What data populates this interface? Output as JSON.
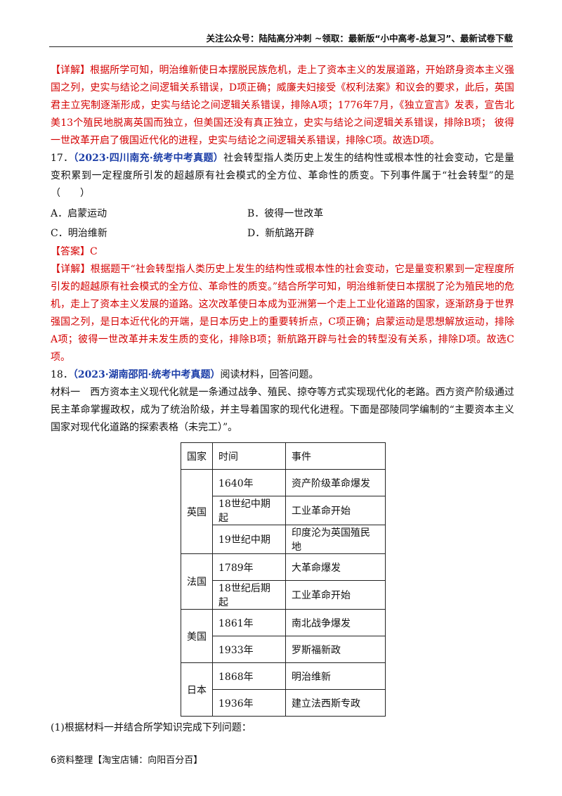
{
  "header": {
    "text": "关注公众号：陆陆高分冲刺  ~领取：最新版“小中高考-总复习”、最新试卷下载"
  },
  "detail16": {
    "text": "【详解】根据所学可知，明治维新使日本摆脱民族危机，走上了资本主义的发展道路，开始跻身资本主义强国之列，史实与结论之间逻辑关系错误，D项正确；威廉夫妇接受《权利法案》和议会的要求，此后，英国君主立宪制逐渐形成，史实与结论之间逻辑关系错误，排除A项；1776年7月，《独立宣言》发表，宣告北美13个殖民地脱离英国而独立，但美国还没有真正独立，史实与结论之间逻辑关系错误，排除B项； 彼得一世改革开启了俄国近代化的进程，史实与结论之间逻辑关系错误，排除C项。故选D项。"
  },
  "q17": {
    "number": "17．",
    "source": "（2023·四川南充·统考中考真题）",
    "stem": "社会转型指人类历史上发生的结构性或根本性的社会变动，它是量变积累到一定程度所引发的超越原有社会模式的全方位、革命性的质变。下列事件属于“社会转型”的是（　　）",
    "options": [
      "A．启蒙运动",
      "B．彼得一世改革",
      "C．明治维新",
      "D．新航路开辟"
    ],
    "answer": "【答案】C",
    "detail": "【详解】根据题干“社会转型指人类历史上发生的结构性或根本性的社会变动，它是量变积累到一定程度所引发的超越原有社会模式的全方位、革命性的质变。”结合所学可知，明治维新使日本摆脱了沦为殖民地的危机，走上了资本主义发展的道路。这次改革使日本成为亚洲第一个走上工业化道路的国家，逐渐跻身于世界强国之列，是日本近代化的开端，是日本历史上的重要转折点，C项正确；启蒙运动是思想解放运动，排除A项；彼得一世改革并未发生质的变化，排除B项；新航路开辟与社会的转型没有关系，排除D项。故选C项。"
  },
  "q18": {
    "number": "18．",
    "source": "（2023·湖南邵阳·统考中考真题）",
    "stem": "阅读材料，回答问题。",
    "material": "材料一　西方资本主义现代化就是一条通过战争、殖民、掠夺等方式实现现代化的老路。西方资产阶级通过民主革命掌握政权，成为了统治阶级，并主导着国家的现代化进程。下面是邵陵同学编制的“主要资本主义国家对现代化道路的探索表格（未完工）”。",
    "table": {
      "headers": [
        "国家",
        "时间",
        "事件"
      ],
      "groups": [
        {
          "country": "英国",
          "rows": [
            [
              "1640年",
              "资产阶级革命爆发"
            ],
            [
              "18世纪中期起",
              "工业革命开始"
            ],
            [
              "19世纪中期",
              "印度沦为英国殖民地"
            ]
          ]
        },
        {
          "country": "法国",
          "rows": [
            [
              "1789年",
              "大革命爆发"
            ],
            [
              "18世纪后期起",
              "工业革命开始"
            ]
          ]
        },
        {
          "country": "美国",
          "rows": [
            [
              "1861年",
              "南北战争爆发"
            ],
            [
              "1933年",
              "罗斯福新政"
            ]
          ]
        },
        {
          "country": "日本",
          "rows": [
            [
              "1868年",
              "明治维新"
            ],
            [
              "1936年",
              "建立法西斯专政"
            ]
          ]
        }
      ]
    },
    "sub1": "(1)根据材料一并结合所学知识完成下列问题："
  },
  "footer": {
    "page": "6",
    "text": "资料整理【淘宝店铺：向阳百分百】"
  }
}
